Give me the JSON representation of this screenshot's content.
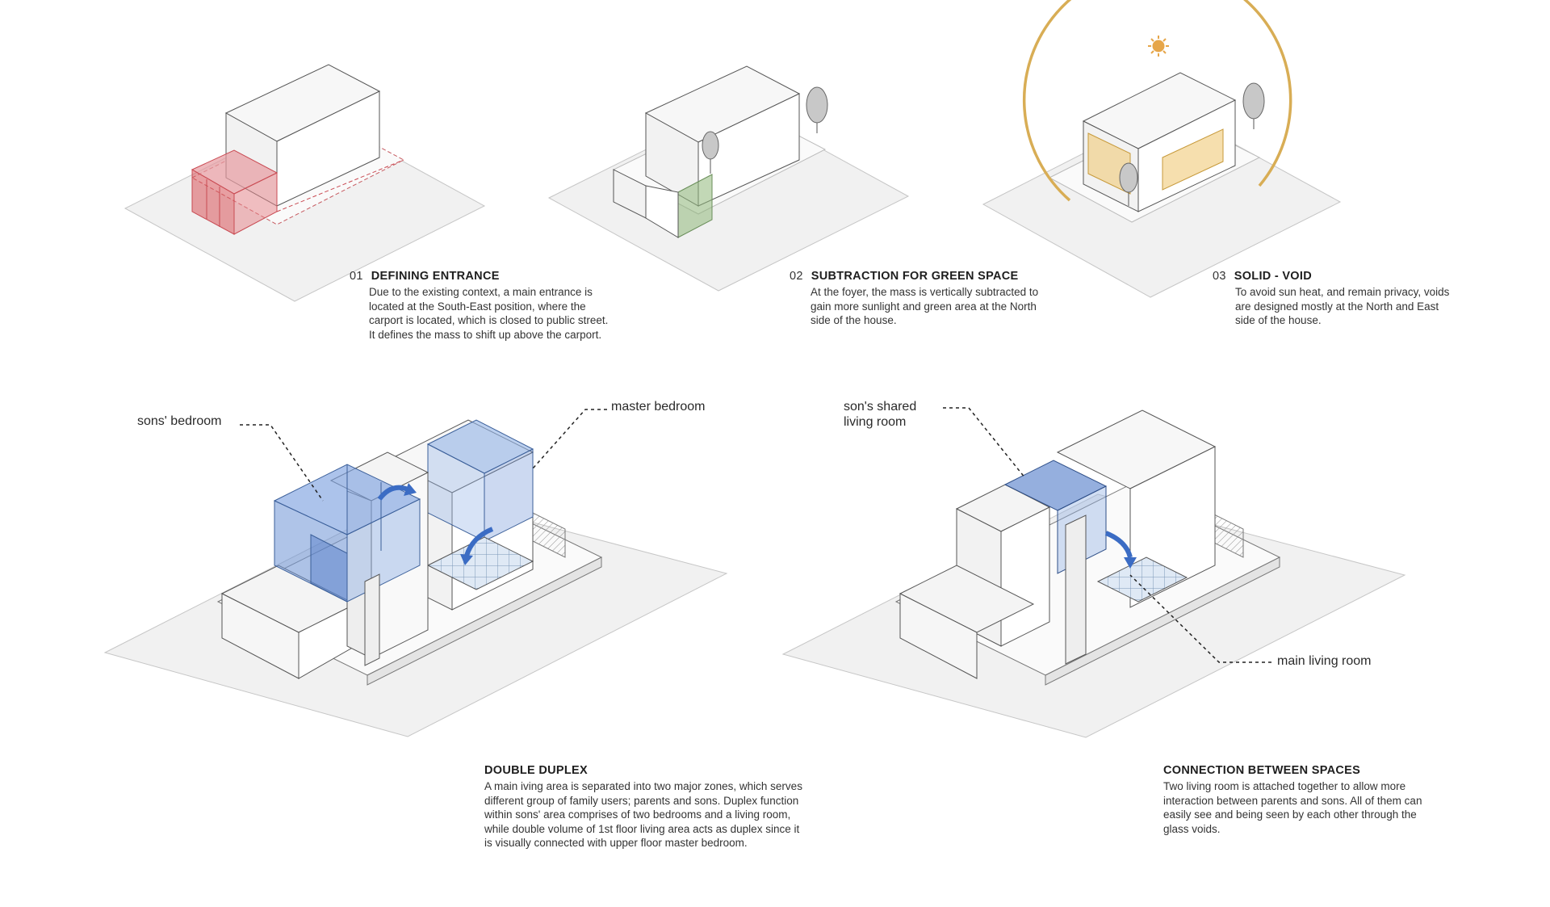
{
  "steps": [
    {
      "num": "01",
      "title": "DEFINING ENTRANCE",
      "body": "Due to the existing context, a main entrance is located at the South-East position, where the carport is located, which is closed to public street. It defines the mass to shift up above the carport."
    },
    {
      "num": "02",
      "title": "SUBTRACTION FOR GREEN SPACE",
      "body": "At the foyer, the mass is vertically subtracted to gain more sunlight and green area at the North side of the house."
    },
    {
      "num": "03",
      "title": "SOLID - VOID",
      "body": "To avoid sun heat, and remain privacy, voids are designed mostly at the North and East side of the house."
    }
  ],
  "sections": [
    {
      "title": "DOUBLE DUPLEX",
      "body": "A main iving area is separated into two major zones, which serves different group of family users; parents and sons. Duplex function within sons' area comprises of two bedrooms and a living room, while double volume of 1st floor living area acts as duplex since it is visually connected with upper floor master bedroom."
    },
    {
      "title": "CONNECTION BETWEEN SPACES",
      "body": "Two living room is attached together to allow more interaction between parents and sons. All of them can easily see and being seen by each other through the glass voids."
    }
  ],
  "annotations": {
    "sons_bedroom": "sons' bedroom",
    "master_bedroom": "master bedroom",
    "sons_shared_living_1": "son's shared",
    "sons_shared_living_2": "living room",
    "main_living_room": "main living room"
  },
  "colors": {
    "entrance_red": "#d9535a",
    "green_space": "#8fb87a",
    "sun_gold": "#d8ad55",
    "glass_blue": "#6d93d6",
    "line": "#555555"
  },
  "icons": [
    "sun-icon",
    "tree-icon"
  ]
}
